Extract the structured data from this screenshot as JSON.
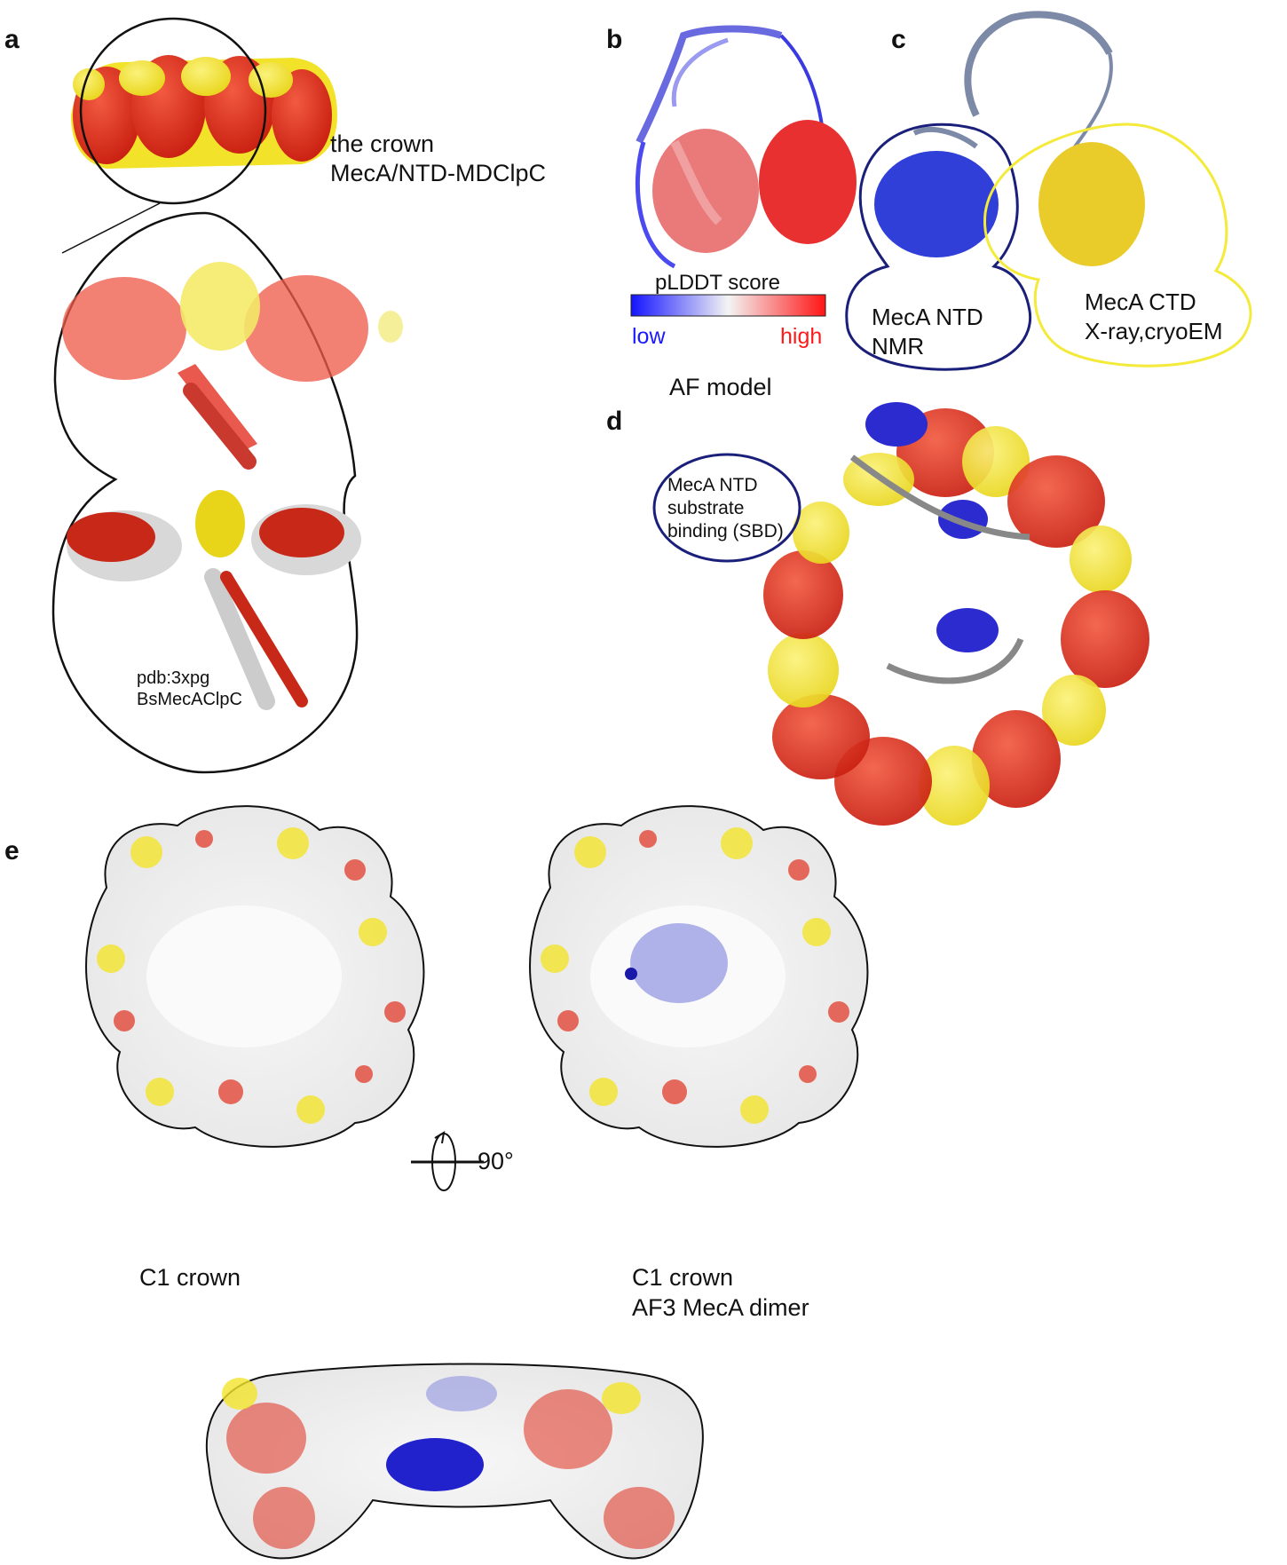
{
  "panels": {
    "a": {
      "letter": "a",
      "crown_title": "the crown",
      "crown_subtitle": "MecA/NTD-MDClpC",
      "pdb_line1": "pdb:3xpg",
      "pdb_line2": "BsMecAClpC"
    },
    "b": {
      "letter": "b",
      "scale_title": "pLDDT score",
      "scale_low": "low",
      "scale_high": "high",
      "caption": "AF model"
    },
    "c": {
      "letter": "c",
      "ntd_line1": "MecA NTD",
      "ntd_line2": "NMR",
      "ctd_line1": "MecA CTD",
      "ctd_line2": "X-ray,cryoEM"
    },
    "d": {
      "letter": "d",
      "sbd_line1": "MecA NTD",
      "sbd_line2": "substrate",
      "sbd_line3": "binding (SBD)"
    },
    "e": {
      "letter": "e",
      "left_caption": "C1 crown",
      "right_caption_line1": "C1 crown",
      "right_caption_line2": "AF3 MecA dimer",
      "rotation": "90°"
    }
  },
  "colors": {
    "clpc_red": "#e0301e",
    "meca_yellow": "#f2e32a",
    "ntd_blue": "#2222cc",
    "linker_gray": "#8a8a8a",
    "bubble_navy": "#1a1f7a",
    "bubble_yellow": "#f3ea3a",
    "low_blue": "#1a1aff",
    "high_red": "#ff1a1a"
  }
}
